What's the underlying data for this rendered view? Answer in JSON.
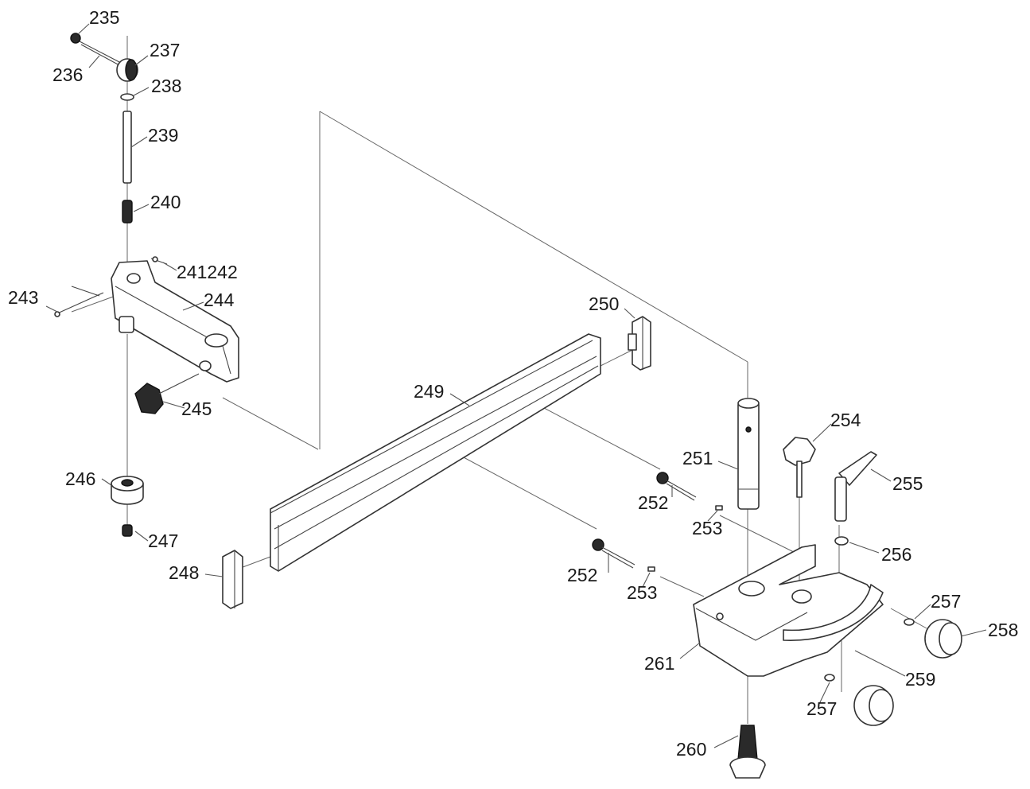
{
  "callouts": [
    {
      "id": "c235",
      "text": "235"
    },
    {
      "id": "c236",
      "text": "236"
    },
    {
      "id": "c237",
      "text": "237"
    },
    {
      "id": "c238",
      "text": "238"
    },
    {
      "id": "c239",
      "text": "239"
    },
    {
      "id": "c240",
      "text": "240"
    },
    {
      "id": "c241242",
      "text": "241242"
    },
    {
      "id": "c243",
      "text": "243"
    },
    {
      "id": "c244",
      "text": "244"
    },
    {
      "id": "c245",
      "text": "245"
    },
    {
      "id": "c246",
      "text": "246"
    },
    {
      "id": "c247",
      "text": "247"
    },
    {
      "id": "c248",
      "text": "248"
    },
    {
      "id": "c249",
      "text": "249"
    },
    {
      "id": "c250",
      "text": "250"
    },
    {
      "id": "c251",
      "text": "251"
    },
    {
      "id": "c252a",
      "text": "252"
    },
    {
      "id": "c252b",
      "text": "252"
    },
    {
      "id": "c253a",
      "text": "253"
    },
    {
      "id": "c253b",
      "text": "253"
    },
    {
      "id": "c254",
      "text": "254"
    },
    {
      "id": "c255",
      "text": "255"
    },
    {
      "id": "c256",
      "text": "256"
    },
    {
      "id": "c257a",
      "text": "257"
    },
    {
      "id": "c257b",
      "text": "257"
    },
    {
      "id": "c258",
      "text": "258"
    },
    {
      "id": "c259",
      "text": "259"
    },
    {
      "id": "c260",
      "text": "260"
    },
    {
      "id": "c261",
      "text": "261"
    }
  ]
}
